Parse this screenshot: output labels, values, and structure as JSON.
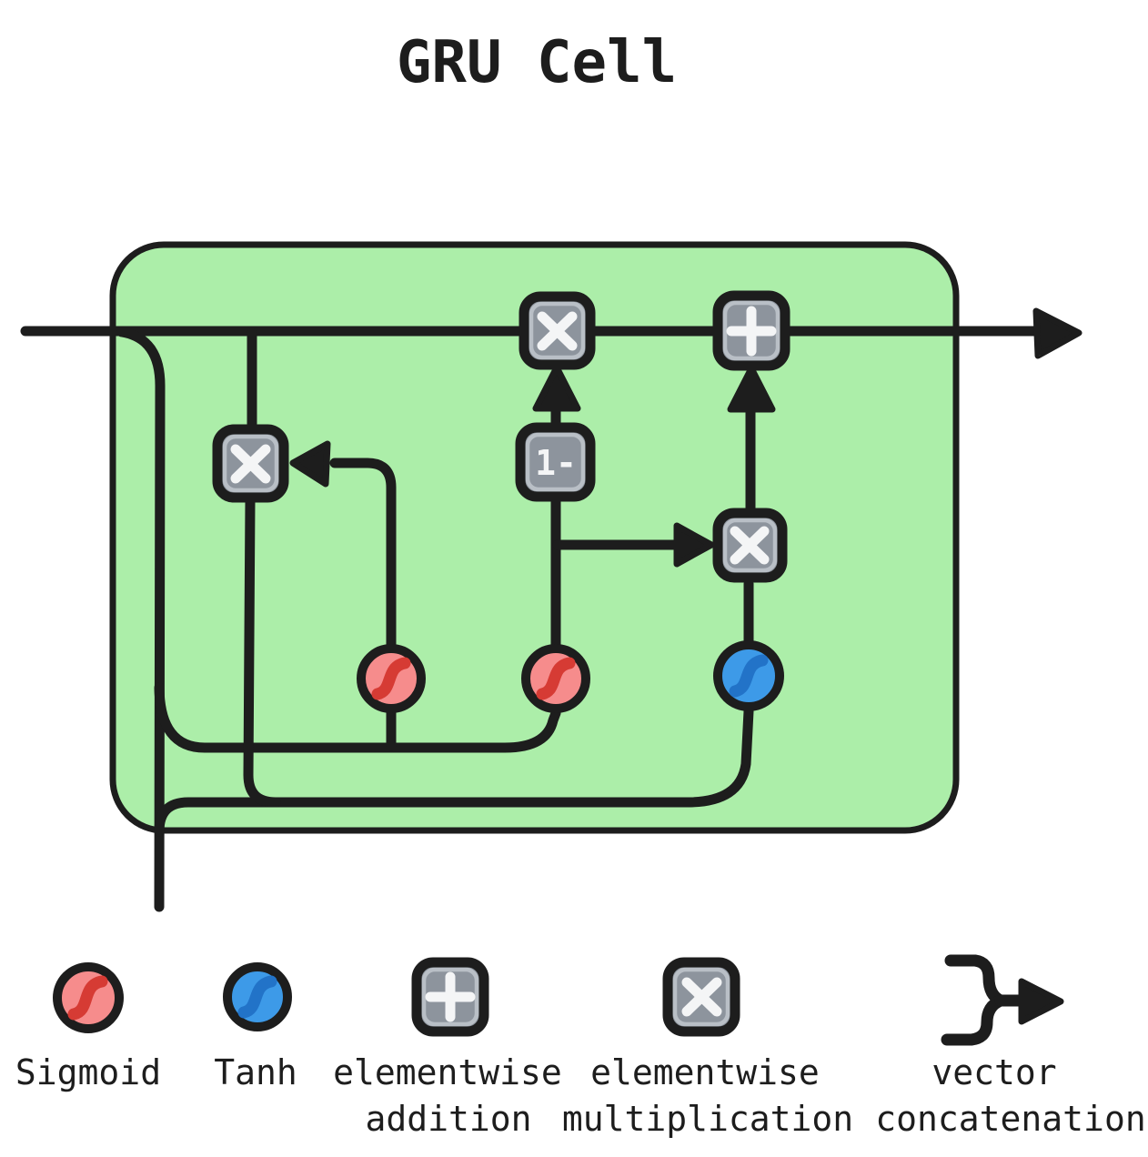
{
  "title": "GRU Cell",
  "colors": {
    "green": "#aceea9",
    "ink": "#1d1d1d",
    "box": "#8d949d",
    "ring": "#b9bfc6",
    "white": "#f4f5f6",
    "sig": "#f68c8c",
    "sigcurve": "#d63b34",
    "tanh": "#3d9ae8",
    "tanhcurve": "#2273c8"
  },
  "diagram": {
    "one_minus_label": "1-",
    "nodes": [
      {
        "icon": "multiply-icon",
        "meaning": "elementwise multiplication (update path)"
      },
      {
        "icon": "plus-icon",
        "meaning": "elementwise addition (output)"
      },
      {
        "icon": "one-minus-box",
        "meaning": "1-"
      },
      {
        "icon": "multiply-icon",
        "meaning": "elementwise multiplication (reset path)"
      },
      {
        "icon": "multiply-icon",
        "meaning": "elementwise multiplication (candidate path)"
      },
      {
        "icon": "sigmoid-icon",
        "meaning": "sigmoid activation"
      },
      {
        "icon": "sigmoid-icon",
        "meaning": "sigmoid activation"
      },
      {
        "icon": "tanh-icon",
        "meaning": "tanh activation"
      }
    ]
  },
  "legend": {
    "items": [
      {
        "icon": "sigmoid-icon",
        "label_line1": "Sigmoid",
        "label_line2": ""
      },
      {
        "icon": "tanh-icon",
        "label_line1": "Tanh",
        "label_line2": ""
      },
      {
        "icon": "elementwise-addition-icon",
        "label_line1": "elementwise",
        "label_line2": "addition"
      },
      {
        "icon": "elementwise-multiplication-icon",
        "label_line1": "elementwise",
        "label_line2": "multiplication"
      },
      {
        "icon": "vector-concatenation-icon",
        "label_line1": "vector",
        "label_line2": "concatenation"
      }
    ]
  }
}
